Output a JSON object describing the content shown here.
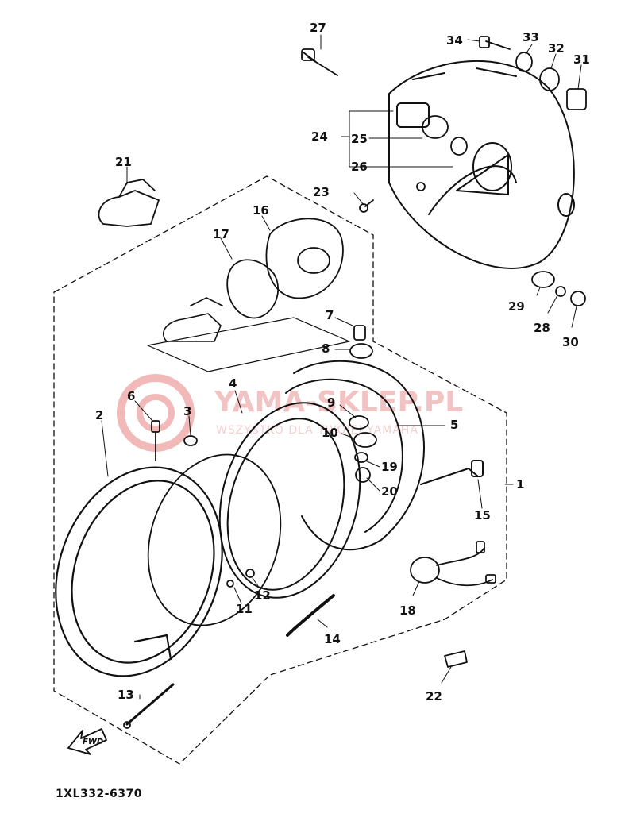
{
  "diagram": {
    "part_code": "1XL332-6370",
    "fwd_label": "FWD",
    "watermark": {
      "brand": "YAMA-SKLEP.PL",
      "tagline": "WSZYSTKO DLA TWOJEJ YAMAHA"
    },
    "callouts": [
      {
        "id": "1",
        "label": "1"
      },
      {
        "id": "2",
        "label": "2"
      },
      {
        "id": "3",
        "label": "3"
      },
      {
        "id": "4",
        "label": "4"
      },
      {
        "id": "5",
        "label": "5"
      },
      {
        "id": "6",
        "label": "6"
      },
      {
        "id": "7",
        "label": "7"
      },
      {
        "id": "8",
        "label": "8"
      },
      {
        "id": "9",
        "label": "9"
      },
      {
        "id": "10",
        "label": "10"
      },
      {
        "id": "11",
        "label": "11"
      },
      {
        "id": "12",
        "label": "12"
      },
      {
        "id": "13",
        "label": "13"
      },
      {
        "id": "14",
        "label": "14"
      },
      {
        "id": "15",
        "label": "15"
      },
      {
        "id": "16",
        "label": "16"
      },
      {
        "id": "17",
        "label": "17"
      },
      {
        "id": "18",
        "label": "18"
      },
      {
        "id": "19",
        "label": "19"
      },
      {
        "id": "20",
        "label": "20"
      },
      {
        "id": "21",
        "label": "21"
      },
      {
        "id": "22",
        "label": "22"
      },
      {
        "id": "23",
        "label": "23"
      },
      {
        "id": "24",
        "label": "24"
      },
      {
        "id": "25",
        "label": "25"
      },
      {
        "id": "26",
        "label": "26"
      },
      {
        "id": "27",
        "label": "27"
      },
      {
        "id": "28",
        "label": "28"
      },
      {
        "id": "29",
        "label": "29"
      },
      {
        "id": "30",
        "label": "30"
      },
      {
        "id": "31",
        "label": "31"
      },
      {
        "id": "32",
        "label": "32"
      },
      {
        "id": "33",
        "label": "33"
      },
      {
        "id": "34",
        "label": "34"
      }
    ]
  }
}
